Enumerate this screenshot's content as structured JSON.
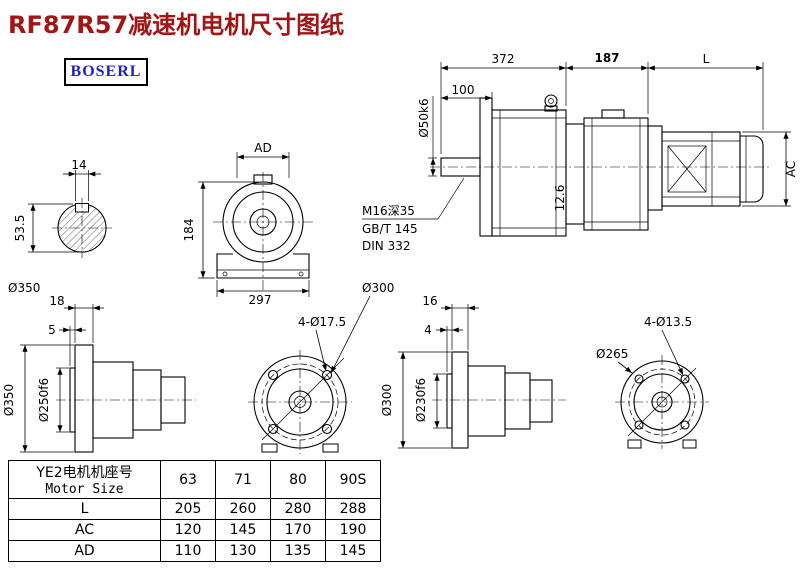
{
  "header": {
    "title": "RF87R57减速机电机尺寸图纸",
    "logo": "BOSERL"
  },
  "side_view": {
    "dim_372": "372",
    "dim_187": "187",
    "dim_l": "L",
    "dim_100": "100",
    "shaft_dia": "Ø50k6",
    "dim_ac": "AC",
    "dim_12_6": "12.6",
    "note_tap": "M16深35",
    "note_gb": "GB/T 145",
    "note_din": "DIN 332"
  },
  "shaft_section": {
    "dim_14": "14",
    "dim_53_5": "53.5",
    "dim_350": "Ø350"
  },
  "front_view": {
    "dim_ad": "AD",
    "dim_184": "184",
    "dim_297": "297"
  },
  "flange1_side": {
    "dim_18": "18",
    "dim_5": "5",
    "dim_od": "Ø350",
    "dim_spigot": "Ø250f6"
  },
  "flange1_face": {
    "dim_bc": "Ø300",
    "dim_holes": "4-Ø17.5"
  },
  "flange2_side": {
    "dim_16": "16",
    "dim_4": "4",
    "dim_od": "Ø300",
    "dim_spigot": "Ø230f6"
  },
  "flange2_face": {
    "dim_bc": "Ø265",
    "dim_holes": "4-Ø13.5"
  },
  "table": {
    "motor_label_cn": "YE2电机机座号",
    "motor_label_en": "Motor Size",
    "sizes": [
      "63",
      "71",
      "80",
      "90S"
    ],
    "rows": [
      {
        "label": "L",
        "values": [
          "205",
          "260",
          "280",
          "288"
        ]
      },
      {
        "label": "AC",
        "values": [
          "120",
          "145",
          "170",
          "190"
        ]
      },
      {
        "label": "AD",
        "values": [
          "110",
          "130",
          "135",
          "145"
        ]
      }
    ]
  }
}
